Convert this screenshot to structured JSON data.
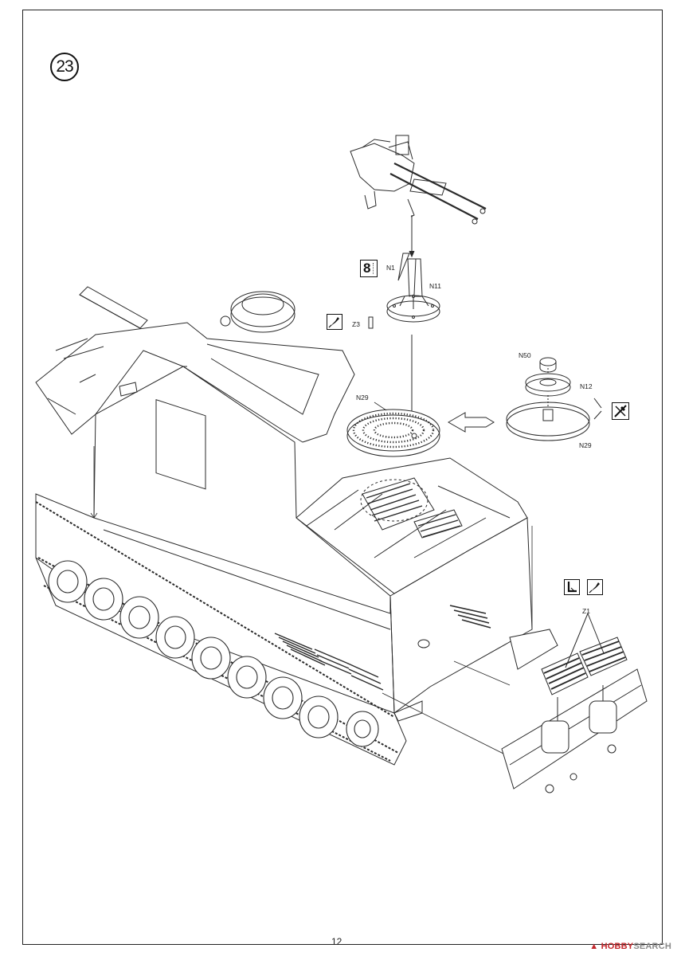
{
  "step": {
    "number": "23"
  },
  "parts": {
    "n1": "N1",
    "n11": "N11",
    "z3": "Z3",
    "n50": "N50",
    "n12": "N12",
    "n29_top": "N29",
    "n29_side": "N29",
    "z1": "Z1"
  },
  "badges": {
    "paint_code": "8"
  },
  "icons": {
    "cement": "cement-icon",
    "cut_away": "cut-off-icon",
    "angle_bend": "bend-angle-icon",
    "mirror_paint": "paint-brush-icon"
  },
  "footer": {
    "page_number": "12",
    "watermark_hobby": "HOBBY",
    "watermark_search": "SEARCH"
  }
}
